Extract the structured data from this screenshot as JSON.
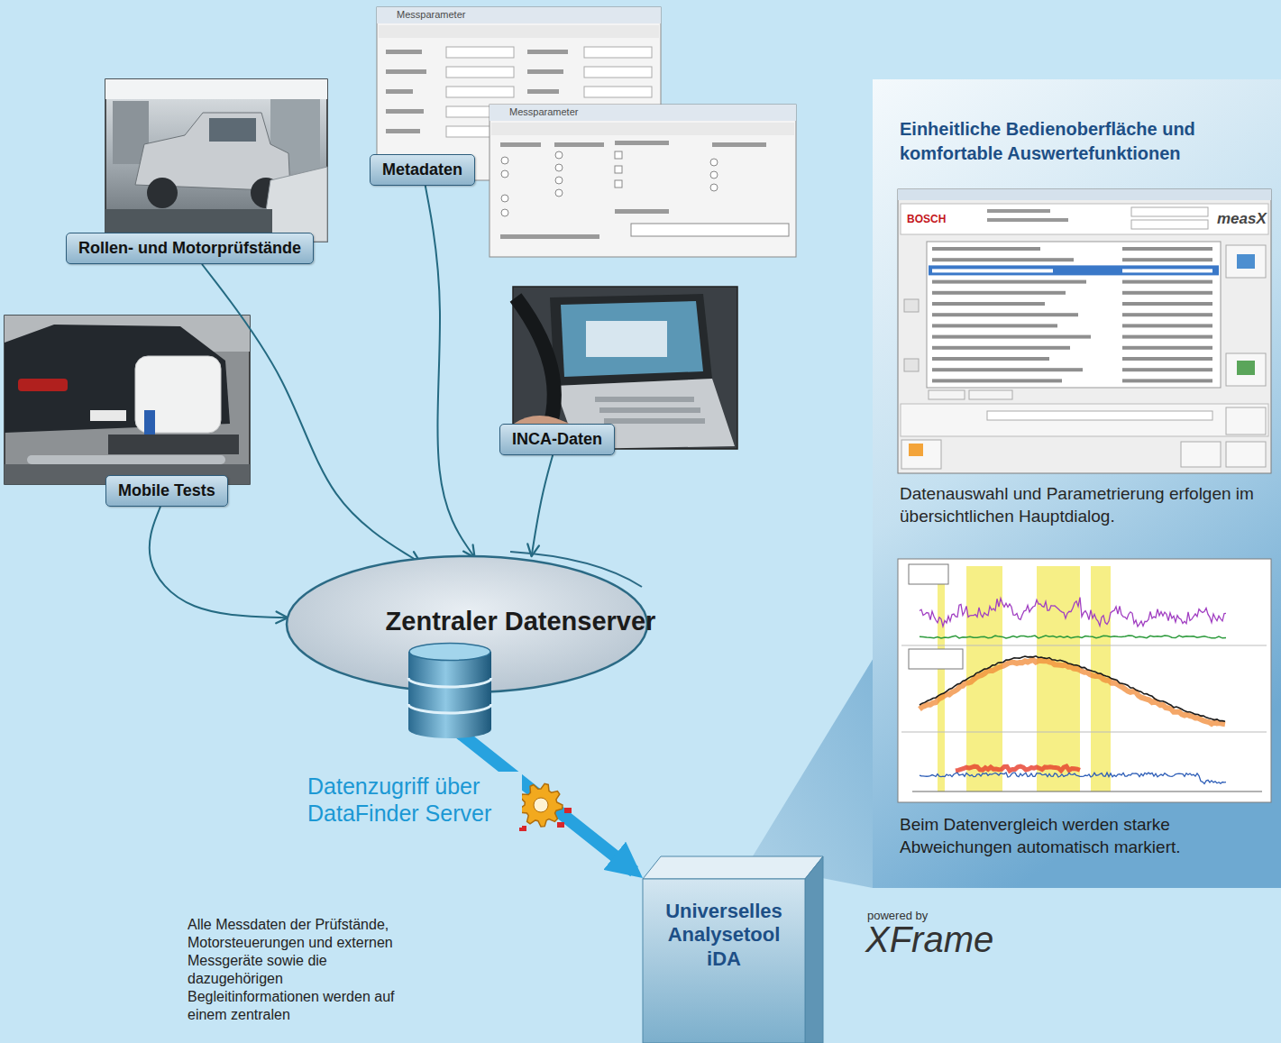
{
  "diagram": {
    "nodes": [
      {
        "text": [
          "Rollen- und Motorprüfstände"
        ]
      },
      {
        "text": [
          "Metadaten"
        ]
      },
      {
        "text": [
          "Mobile Tests"
        ]
      },
      {
        "text": [
          "INCA-Daten"
        ]
      },
      {
        "text": [
          "Zentraler Datenserver"
        ]
      },
      {
        "text": [
          "Universelles Analysetool iDA"
        ]
      },
      {
        "text": [
          "Einheitliche Bedienoberfläche und komfortable Auswertefunktionen",
          "Datenauswahl und Parametrierung erfolgen im übersichtlichen Hauptdialog.",
          "Beim Datenvergleich werden starke Abweichungen automatisch markiert."
        ]
      }
    ],
    "edges": [
      {
        "from": 0,
        "to": 4,
        "arrow": "to"
      },
      {
        "from": 1,
        "to": 4,
        "arrow": "to"
      },
      {
        "from": 2,
        "to": 4,
        "arrow": "to"
      },
      {
        "from": 3,
        "to": 4,
        "arrow": "to"
      },
      {
        "from": 4,
        "to": 5,
        "arrow": "to",
        "label": "Datenzugriff über DataFinder Server"
      }
    ],
    "labels": [
      "Messparameter",
      "Messparameter",
      "BOSCH",
      "measX",
      "powered by",
      "XFrame",
      "Alle Messdaten der Prüfstände, Motorsteuerungen und externen Messgeräte sowie die dazugehörigen Begleitinformationen werden auf einem zentralen"
    ]
  }
}
